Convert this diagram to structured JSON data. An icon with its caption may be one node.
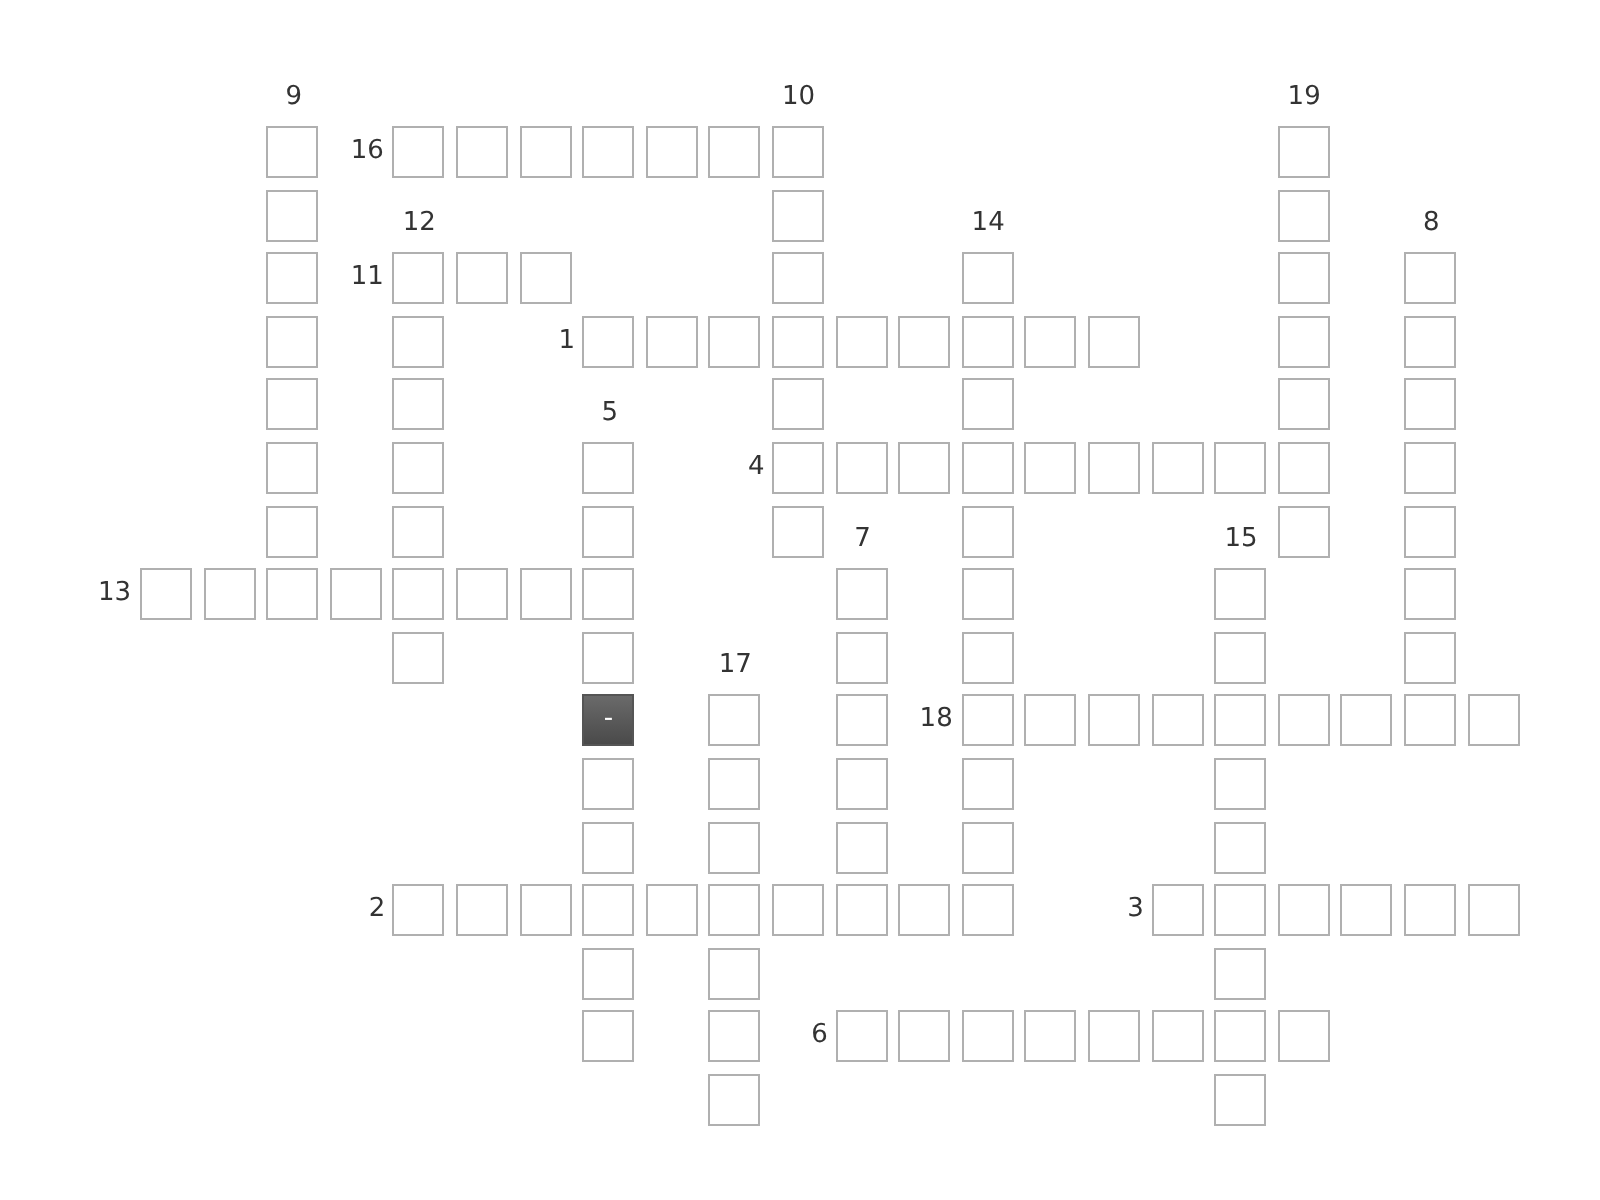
{
  "diagram": {
    "labels": [
      "9",
      "10",
      "19",
      "16",
      "12",
      "14",
      "8",
      "11",
      "1",
      "5",
      "4",
      "7",
      "15",
      "13",
      "17",
      "18",
      "-",
      "2",
      "3",
      "6"
    ]
  }
}
